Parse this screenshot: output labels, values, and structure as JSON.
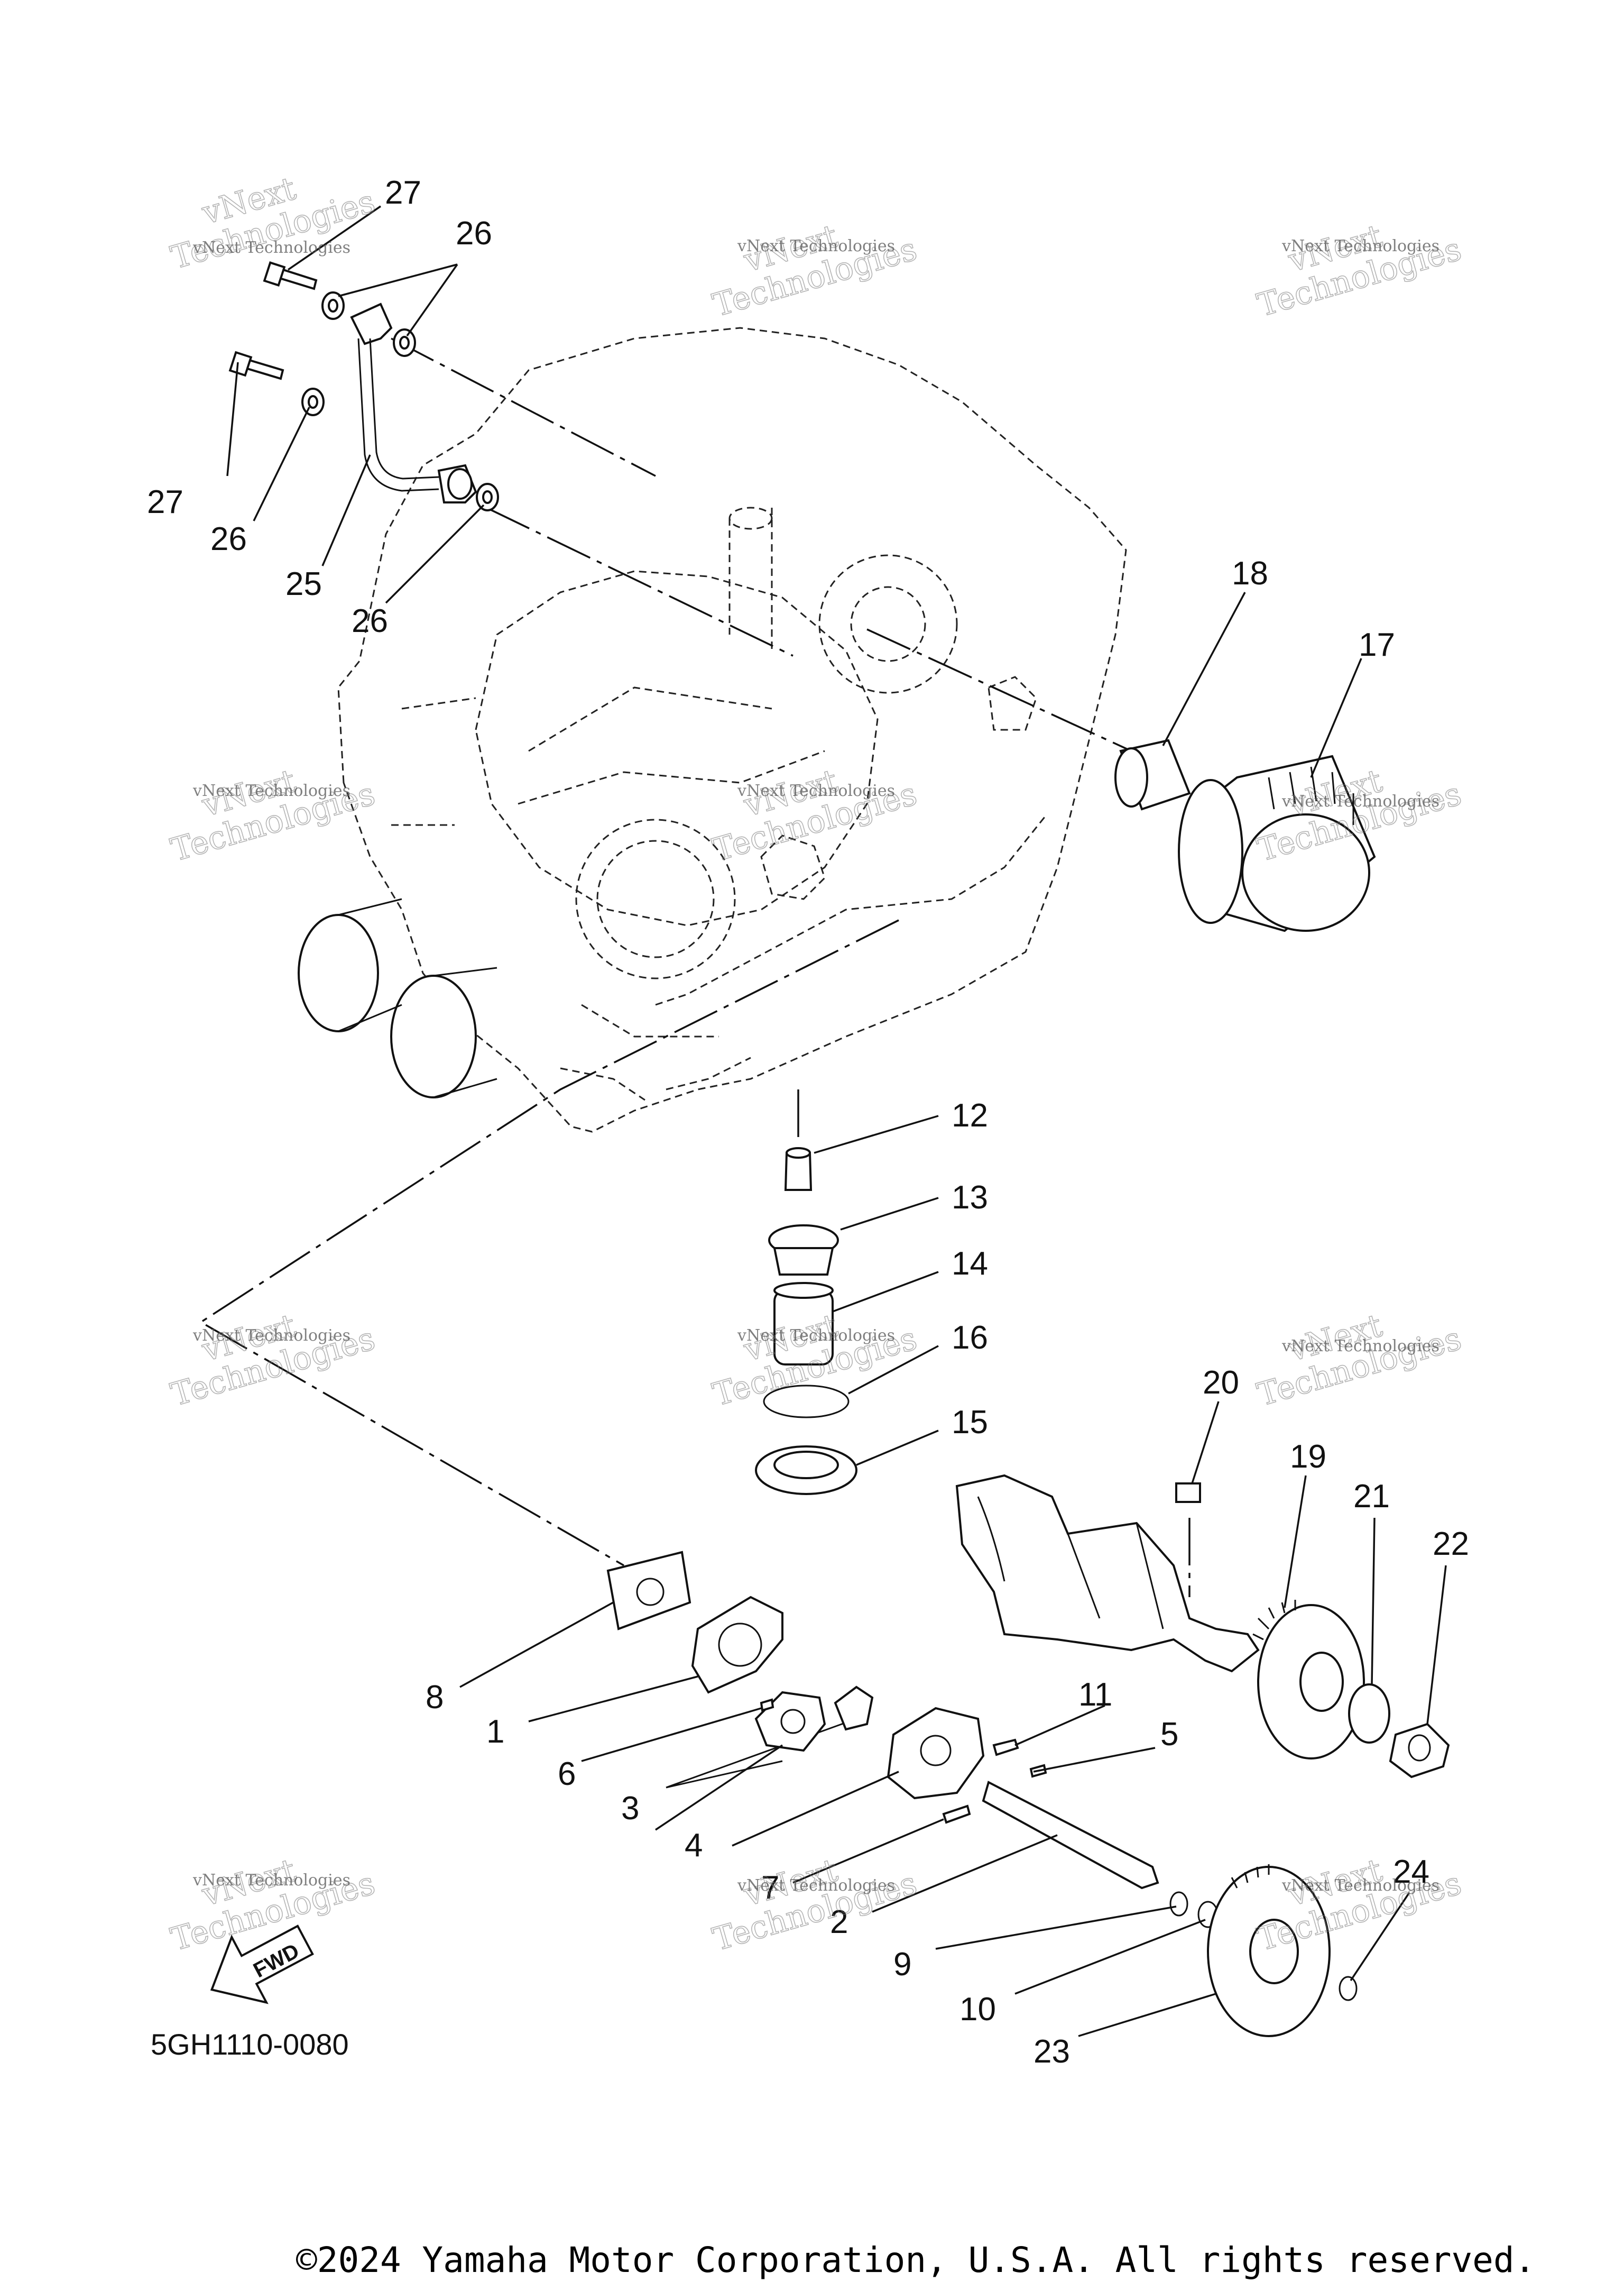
{
  "diagram_code": "5GH1110-0080",
  "copyright": "©2024 Yamaha Motor Corporation, U.S.A. All rights reserved.",
  "watermark": {
    "line1": "vNext Technologies",
    "line2": "Technologies",
    "line3": "vNext"
  },
  "fwd_label": "FWD",
  "callouts": [
    "27",
    "26",
    "27",
    "26",
    "25",
    "26",
    "18",
    "17",
    "12",
    "13",
    "14",
    "16",
    "15",
    "20",
    "19",
    "21",
    "22",
    "8",
    "1",
    "6",
    "3",
    "4",
    "11",
    "5",
    "7",
    "2",
    "9",
    "10",
    "23",
    "24"
  ]
}
